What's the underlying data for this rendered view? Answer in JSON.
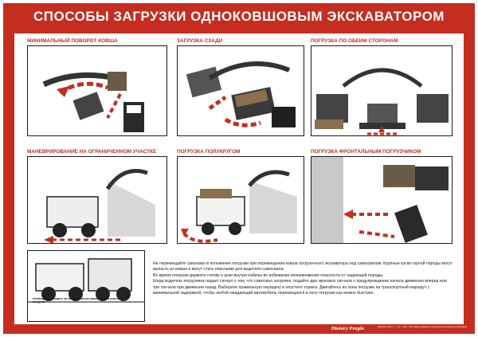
{
  "title": "СПОСОБЫ ЗАГРУЗКИ ОДНОКОВШОВЫМ ЭКСКАВАТОРОМ",
  "panels": [
    {
      "label": "МИНИМАЛЬНЫЙ ПОВОРОТ КОВША"
    },
    {
      "label": "ЗАГРУЗКА СЗАДИ"
    },
    {
      "label": "ПОГРУЗКА ПО ОБЕИМ СТОРОНАМ"
    },
    {
      "label": "МАНЕВРИРОВАНИЕ НА ОГРАНИЧЕННОМ УЧАСТКЕ"
    },
    {
      "label": "ПОГРУЗКА ПОЛУКРУГОМ"
    },
    {
      "label": "ПОГРУЗКА ФРОНТАЛЬНЫМ ПОГРУЗЧИКОМ"
    }
  ],
  "bottom_caption": "Необходимо следить за самосвальным машинами на участке погрузки",
  "notes": [
    "Не перемещайте самосвал в положение погрузки при перемещении ковша погрузочного экскаватора над самосвалом. Крупные куски горной породы могут выпасть из ковша и могут стать опасными для водителя самосвала.",
    "Во время погрузки держите голову и руки внутри кабины во избежание возникновения опасности от падающей породы.",
    "Когда водитель погрузчика подает сигнал о том, что самосвал загружен, подайте два звуковых сигнала о предупреждении начала движения вперед или три сигнала при движении назад. Выберите правильную передачу и опустите тормоз. Двигайтесь из зоны погрузки на транспортный маршрут с минимальной задержкой, чтобы любой ожидающий автомобиль перемещался в зону погрузки как можно быстрее."
  ],
  "brand": "History People",
  "legal": "Издательство «...» · тел. · www · Все права защищены. Перепечатка материалов запрещена.",
  "colors": {
    "accent": "#c42d1f",
    "ink": "#1a1a1a"
  }
}
